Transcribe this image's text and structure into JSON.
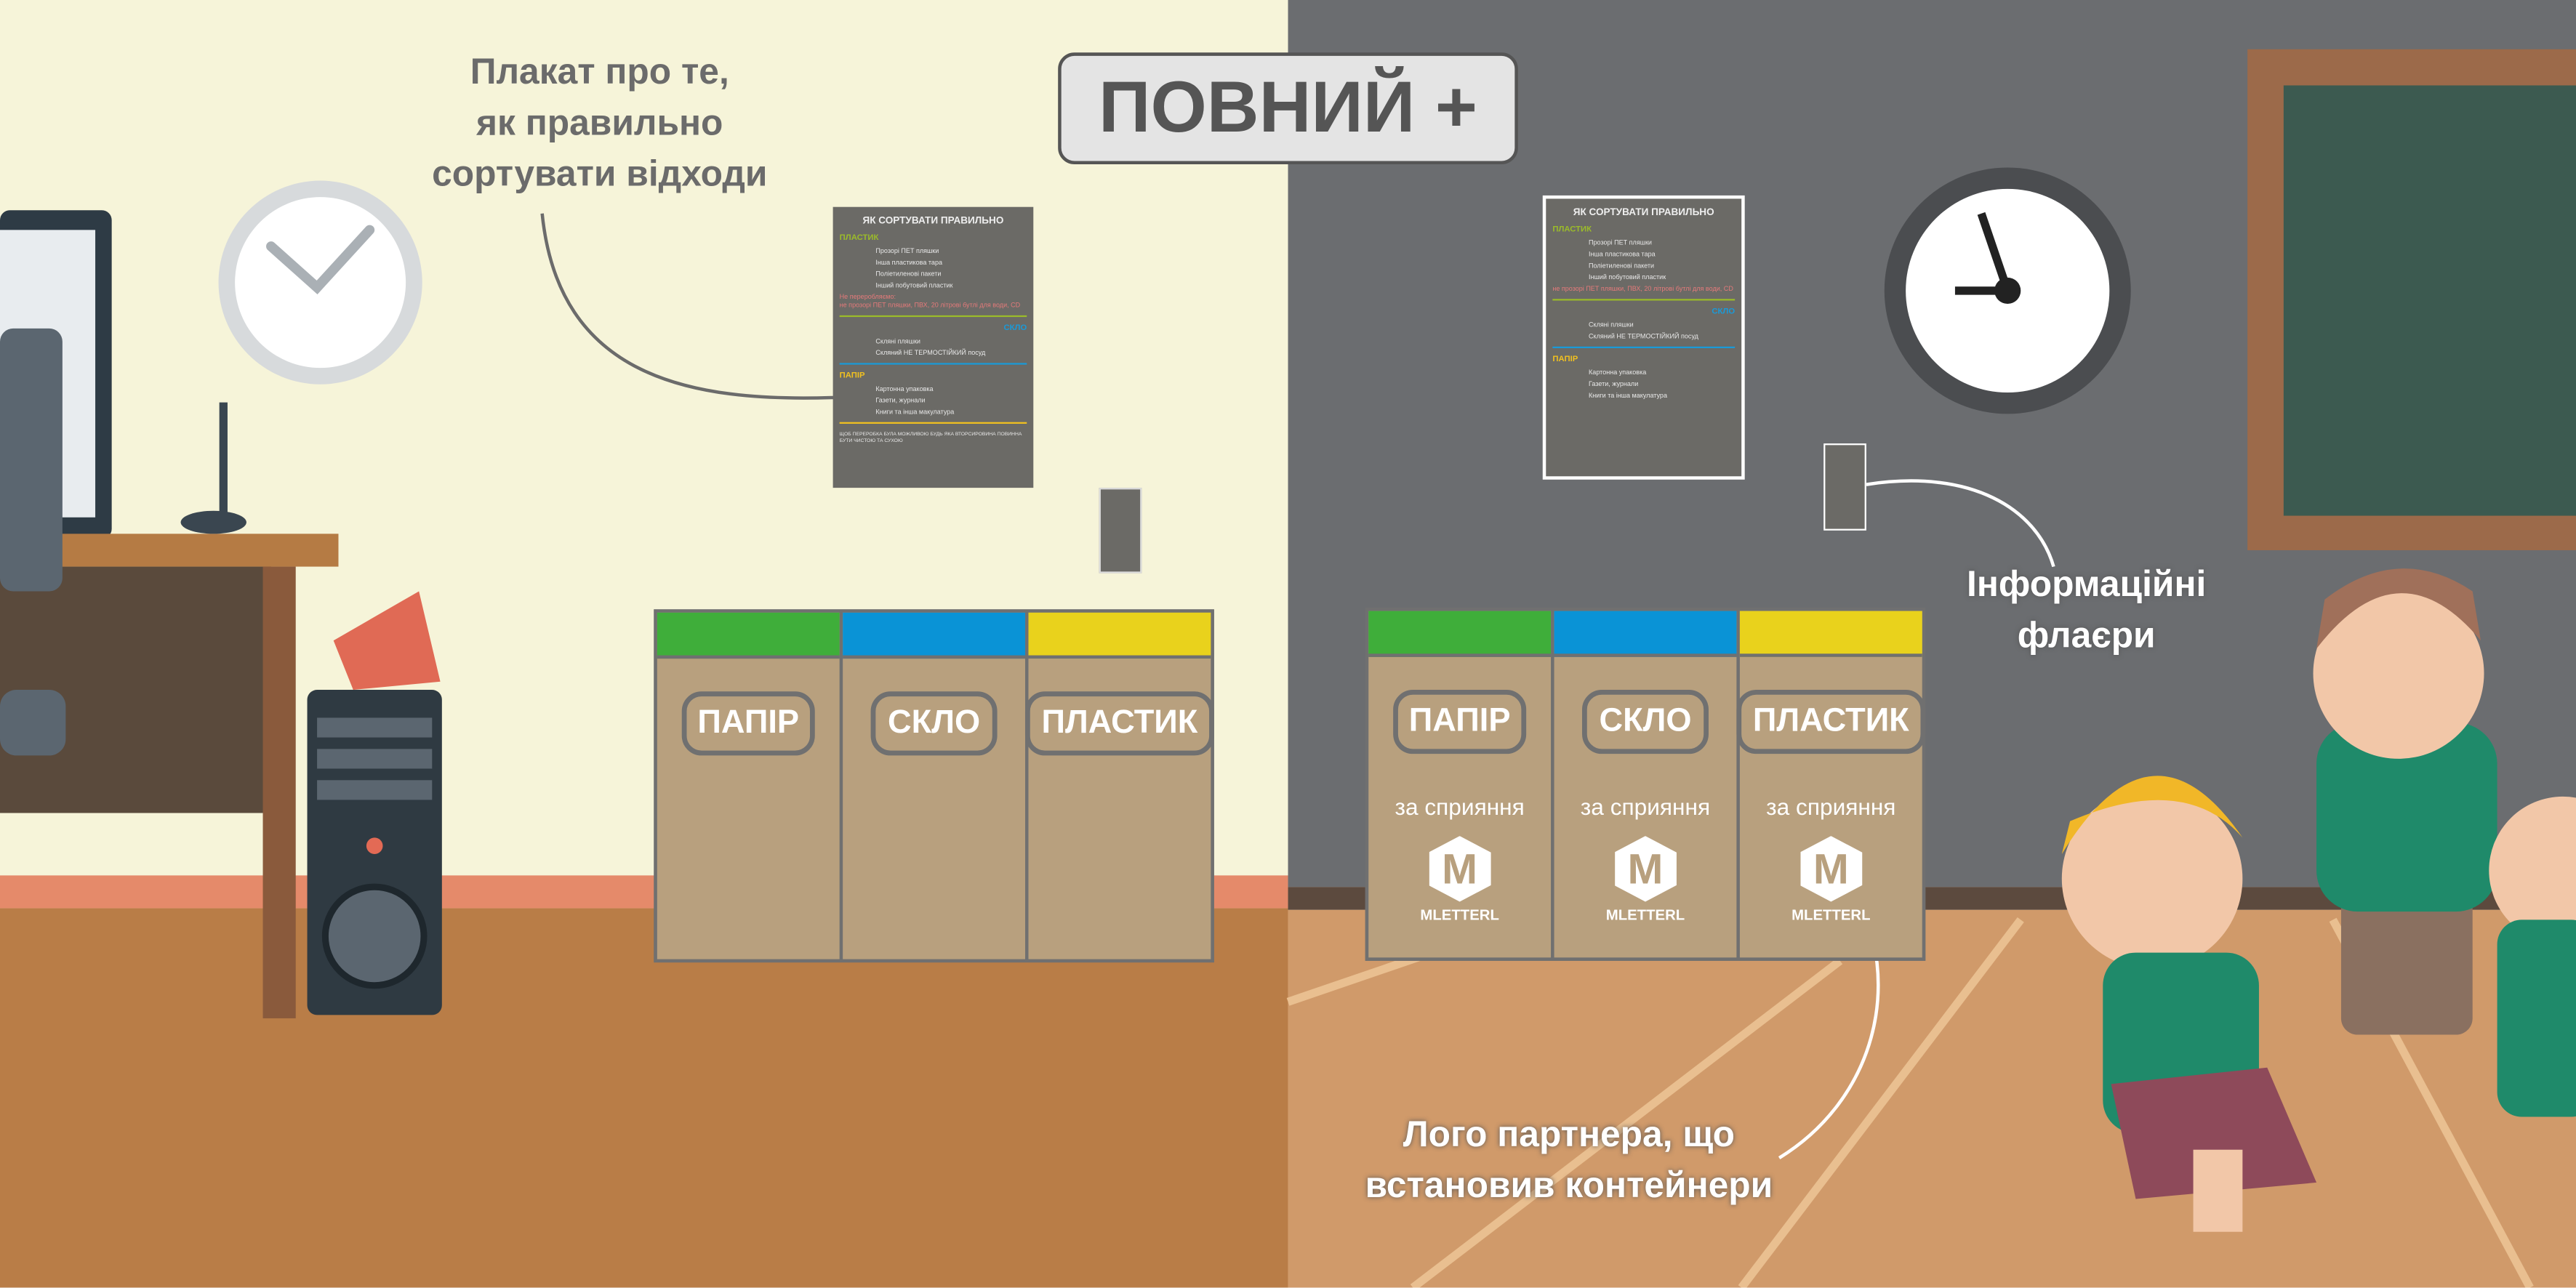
{
  "title": "ПОВНИЙ +",
  "annotations": {
    "poster_note": [
      "Плакат про те,",
      "як правильно",
      "сортувати відходи"
    ],
    "flyers_note": [
      "Інформаційні",
      "флаєри"
    ],
    "logo_note": [
      "Лого партнера, що",
      "встановив контейнери"
    ]
  },
  "poster": {
    "heading": "ЯК СОРТУВАТИ ПРАВИЛЬНО",
    "plastic": {
      "title": "ПЛАСТИК",
      "items": [
        "Прозорі ПЕТ пляшки",
        "Інша пластикова тара",
        "Поліетиленові пакети",
        "Інший побутовий пластик"
      ],
      "warning_title": "Не переробляємо:",
      "warning": "не прозорі ПЕТ пляшки, ПВХ, 20 літрові бутлі для води, CD"
    },
    "glass": {
      "title": "СКЛО",
      "items": [
        "Скляні пляшки",
        "Скляний НЕ ТЕРМОСТІЙКИЙ посуд"
      ]
    },
    "paper": {
      "title": "ПАПІР",
      "items": [
        "Картонна упаковка",
        "Газети, журнали",
        "Книги та інша макулатура"
      ]
    },
    "footer": "ЩОБ ПЕРЕРОБКА БУЛА МОЖЛИВОЮ БУДЬ ЯКА ВТОРСИРОВИНА ПОВИННА БУТИ ЧИСТОЮ ТА СУХОЮ"
  },
  "bins": [
    {
      "label": "ПАПІР",
      "color": "#3fae3a"
    },
    {
      "label": "СКЛО",
      "color": "#0a93d6"
    },
    {
      "label": "ПЛАСТИК",
      "color": "#e9d21c"
    }
  ],
  "sponsor": {
    "text": "за сприяння",
    "logo_text": "MLETTERL"
  }
}
